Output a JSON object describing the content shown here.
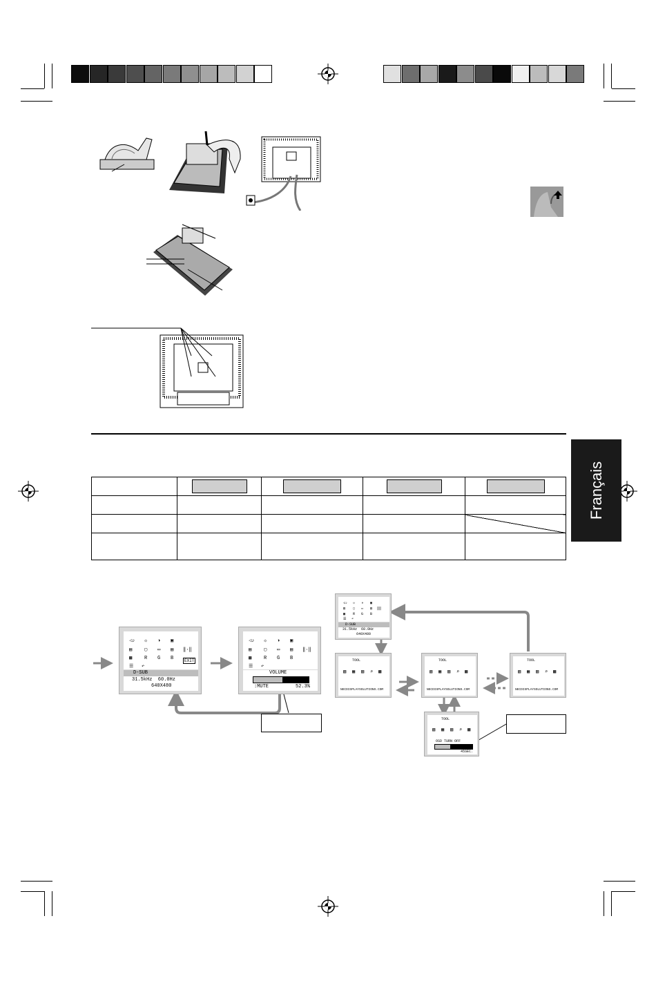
{
  "side_tab": {
    "label": "Français"
  },
  "colors": {
    "left_bar": [
      "#0d0d0d",
      "#262626",
      "#3a3a3a",
      "#4e4e4e",
      "#646464",
      "#7a7a7a",
      "#8f8f8f",
      "#a6a6a6",
      "#bcbcbc",
      "#d2d2d2",
      "#ffffff"
    ],
    "right_bar": [
      "#e0e0e0",
      "#6e6e6e",
      "#a8a8a8",
      "#1a1a1a",
      "#8c8c8c",
      "#4a4a4a",
      "#0a0a0a",
      "#f0f0f0",
      "#bcbcbc",
      "#d8d8d8",
      "#7a7a7a"
    ]
  },
  "osd_main": {
    "signal": "D-SUB",
    "freq": "31.5kHz  60.0Hz",
    "resolution": "640X480",
    "exit": "EXIT"
  },
  "osd_volume": {
    "title": "VOLUME",
    "mute_label": ":MUTE",
    "value": "52.3%"
  },
  "osd_top": {
    "signal": "D-SUB",
    "freq": "31.5kHz  60.0Hz",
    "resolution": "640X480"
  },
  "osd_tool": {
    "title": "TOOL",
    "url": "NECDISPLAYSOLUTIONS.COM"
  },
  "osd_turnoff": {
    "title": "TOOL",
    "label": "OSD TURN OFF",
    "value": "45SEC."
  }
}
